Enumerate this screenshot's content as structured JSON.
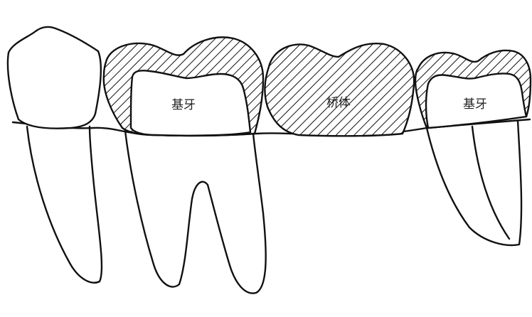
{
  "labels": {
    "abutment_left": "基牙",
    "pontic": "桥体",
    "abutment_right": "基牙"
  },
  "colors": {
    "line": "#111111",
    "background": "#ffffff"
  }
}
